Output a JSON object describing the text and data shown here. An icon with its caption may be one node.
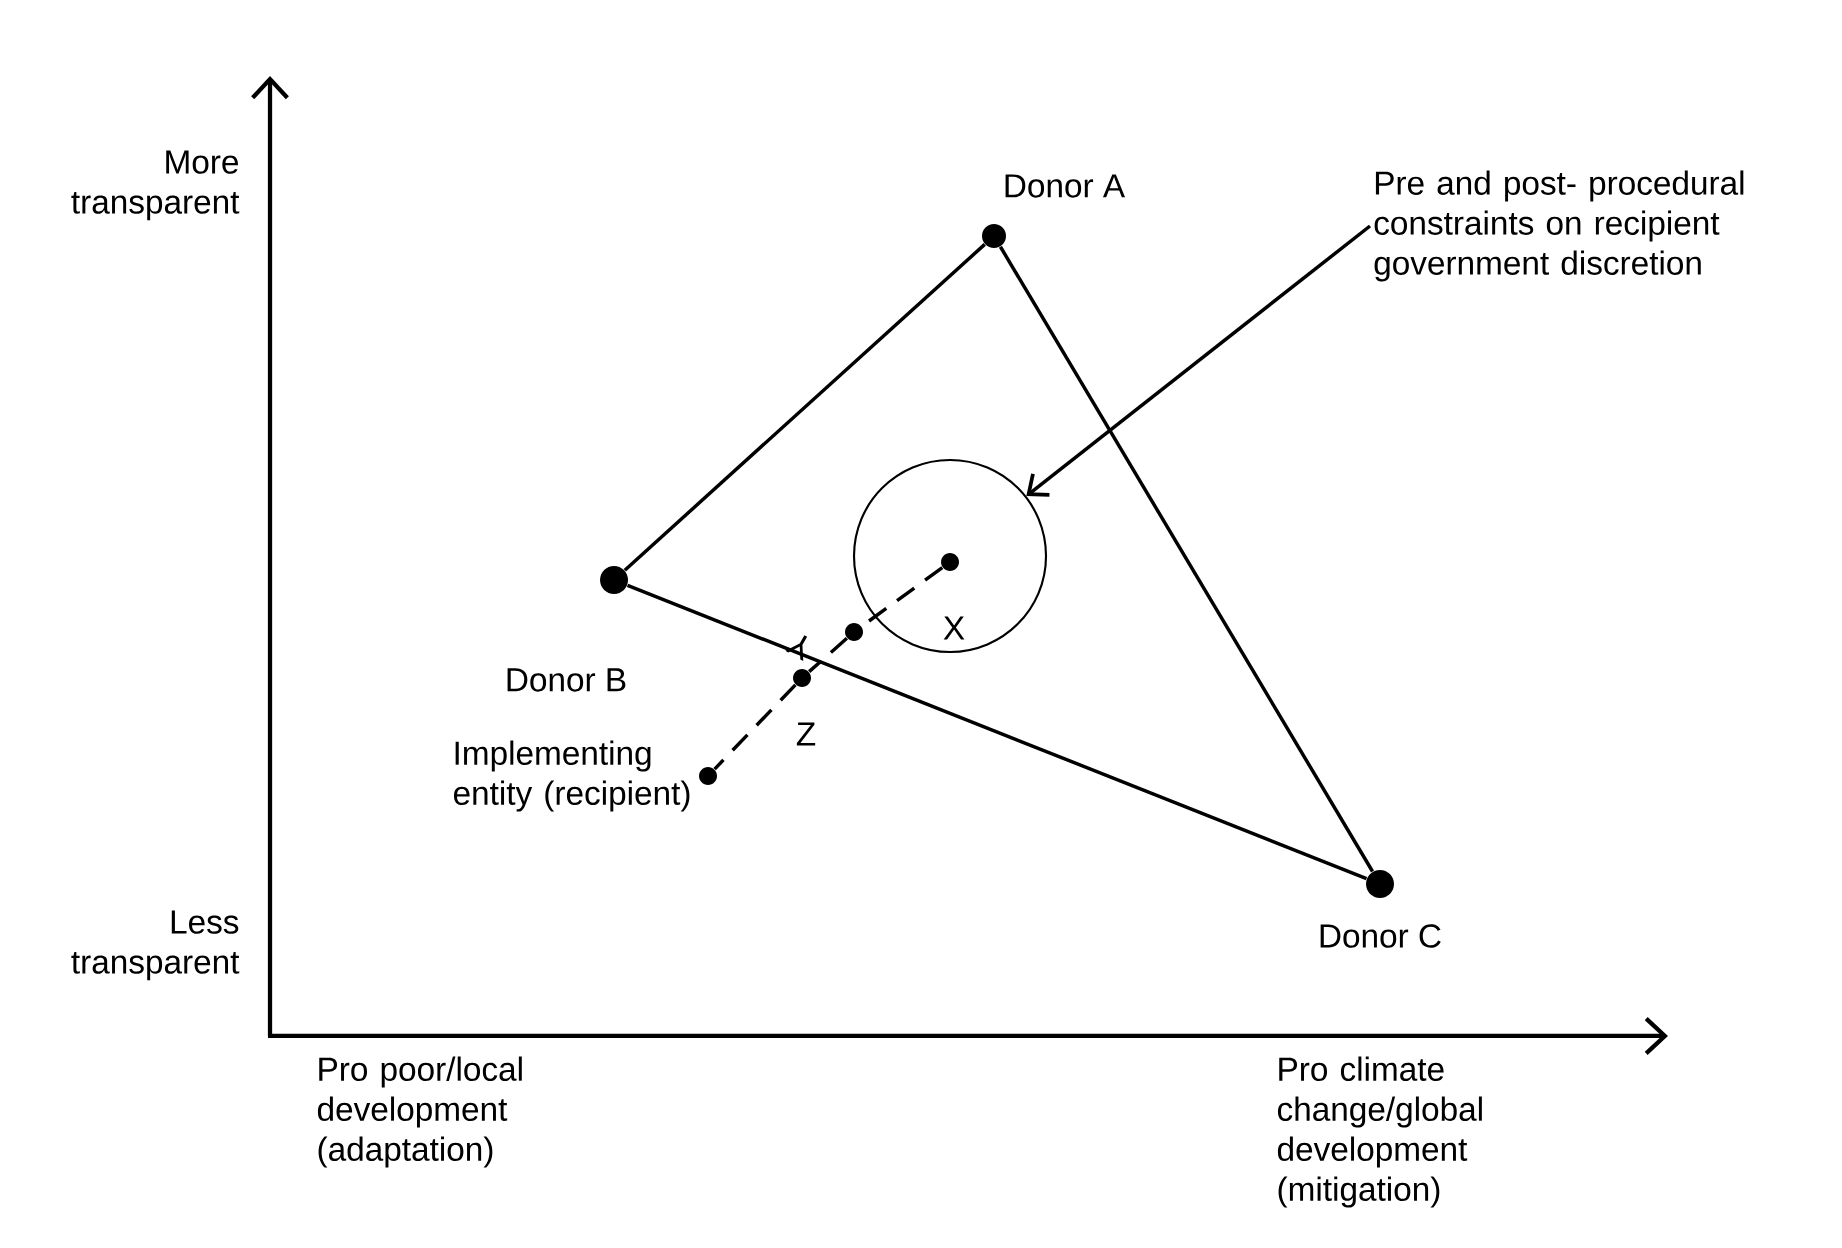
{
  "diagram": {
    "nodes": [
      {
        "text": [],
        "shape": "circle",
        "beside": [
          "Donor A"
        ]
      },
      {
        "text": [],
        "shape": "circle",
        "beside": [
          "Donor B"
        ]
      },
      {
        "text": [],
        "shape": "circle",
        "beside": [
          "Donor C"
        ]
      },
      {
        "text": [],
        "shape": "circle"
      },
      {
        "text": [
          "Pre and post- procedural constraints on recipient government discretion"
        ]
      },
      {
        "text": [],
        "shape": "circle",
        "beside": [
          "X"
        ],
        "in": 3
      },
      {
        "text": [],
        "shape": "circle"
      },
      {
        "text": [],
        "shape": "circle"
      },
      {
        "text": [],
        "shape": "circle",
        "beside": [
          "Implementing entity (recipient)"
        ]
      }
    ],
    "edges": [
      {
        "from": 0,
        "to": 1,
        "arrow": "none"
      },
      {
        "from": 0,
        "to": 2,
        "arrow": "none"
      },
      {
        "from": 1,
        "to": 2,
        "arrow": "none"
      },
      {
        "from": 4,
        "to": 3,
        "arrow": "to"
      },
      {
        "from": 5,
        "to": 6,
        "arrow": "none",
        "style": "dashed"
      },
      {
        "from": 6,
        "to": 7,
        "arrow": "none",
        "style": "dashed"
      },
      {
        "from": 7,
        "to": 8,
        "arrow": "none",
        "style": "dashed"
      }
    ],
    "labels": [
      "More transparent",
      "Y",
      "Z",
      "Less transparent",
      "Pro poor/local development (adaptation)",
      "Pro climate change/global development (mitigation)"
    ]
  }
}
